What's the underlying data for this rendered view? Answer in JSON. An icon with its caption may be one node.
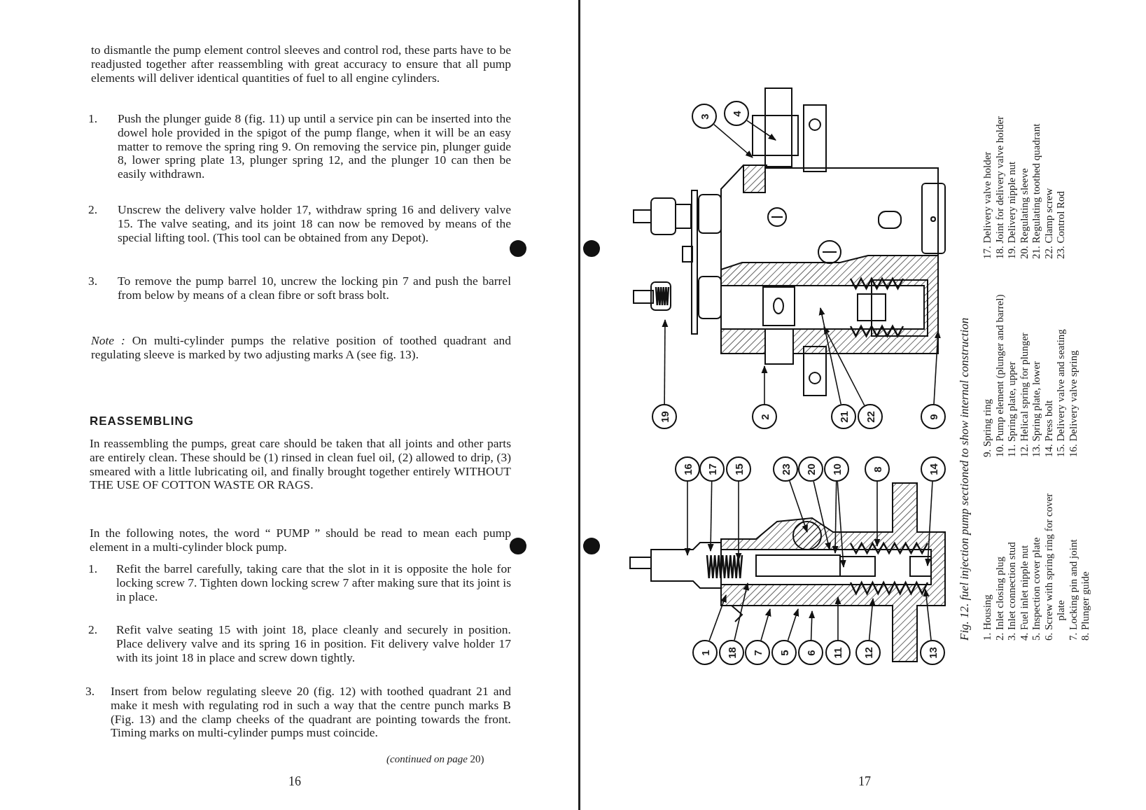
{
  "diagram": {
    "caption": "Fig. 12. fuel injection pump sectioned to show internal construction",
    "nodes": [
      {
        "text": [
          "3"
        ]
      },
      {
        "text": [
          "4"
        ]
      },
      {
        "text": [
          "19"
        ]
      },
      {
        "text": [
          "2"
        ]
      },
      {
        "text": [
          "21"
        ]
      },
      {
        "text": [
          "22"
        ]
      },
      {
        "text": [
          "9"
        ]
      },
      {
        "text": [
          "16"
        ]
      },
      {
        "text": [
          "17"
        ]
      },
      {
        "text": [
          "15"
        ]
      },
      {
        "text": [
          "23"
        ]
      },
      {
        "text": [
          "20"
        ]
      },
      {
        "text": [
          "10"
        ]
      },
      {
        "text": [
          "8"
        ]
      },
      {
        "text": [
          "14"
        ]
      },
      {
        "text": [
          "1"
        ]
      },
      {
        "text": [
          "18"
        ]
      },
      {
        "text": [
          "7"
        ]
      },
      {
        "text": [
          "5"
        ]
      },
      {
        "text": [
          "6"
        ]
      },
      {
        "text": [
          "11"
        ]
      },
      {
        "text": [
          "12"
        ]
      },
      {
        "text": [
          "13"
        ]
      }
    ],
    "edges": [
      {
        "from": 0,
        "to": null,
        "arrow": "to"
      },
      {
        "from": 1,
        "to": null,
        "arrow": "to"
      },
      {
        "from": 2,
        "to": null,
        "arrow": "to"
      },
      {
        "from": 3,
        "to": null,
        "arrow": "to"
      },
      {
        "from": 4,
        "to": null,
        "arrow": "to"
      },
      {
        "from": 5,
        "to": null,
        "arrow": "to"
      },
      {
        "from": 6,
        "to": null,
        "arrow": "to"
      },
      {
        "from": 7,
        "to": null,
        "arrow": "to"
      },
      {
        "from": 8,
        "to": null,
        "arrow": "to"
      },
      {
        "from": 9,
        "to": null,
        "arrow": "to"
      },
      {
        "from": 10,
        "to": null,
        "arrow": "to"
      },
      {
        "from": 11,
        "to": null,
        "arrow": "to"
      },
      {
        "from": 12,
        "to": null,
        "arrow": "to"
      },
      {
        "from": 13,
        "to": null,
        "arrow": "to"
      },
      {
        "from": 14,
        "to": null,
        "arrow": "to"
      },
      {
        "from": 15,
        "to": null,
        "arrow": "to"
      },
      {
        "from": 16,
        "to": null,
        "arrow": "to"
      },
      {
        "from": 17,
        "to": null,
        "arrow": "to"
      },
      {
        "from": 18,
        "to": null,
        "arrow": "to"
      },
      {
        "from": 19,
        "to": null,
        "arrow": "to"
      },
      {
        "from": 20,
        "to": null,
        "arrow": "to"
      },
      {
        "from": 21,
        "to": null,
        "arrow": "to"
      },
      {
        "from": 22,
        "to": null,
        "arrow": "to"
      },
      {
        "from": 12,
        "to": null,
        "arrow": "to"
      }
    ],
    "labels": [
      "to dismantle the pump element control sleeves and control rod, these parts have to be readjusted together after reassembling with great accuracy to ensure that all pump elements will deliver identical quantities of fuel to all engine cylinders.",
      "1.",
      "Push the plunger guide 8 (fig. 11) up until a service pin can be inserted into the dowel hole provided in the spigot of the pump flange, when it will be an easy matter to remove the spring ring 9. On removing the service pin, plunger guide 8, lower spring plate 13, plunger spring 12, and the plunger 10 can then be easily withdrawn.",
      "2.",
      "Unscrew the delivery valve holder 17, withdraw spring 16 and delivery valve 15. The valve seating, and its joint 18 can now be removed by means of the special lifting tool. (This tool can be obtained from any Depot).",
      "3.",
      "To remove the pump barrel 10, uncrew the locking pin 7 and push the barrel from below by means of a clean fibre or soft brass bolt.",
      "*Note :* On multi-cylinder pumps the relative position of toothed quadrant and regulating sleeve is marked by two adjusting marks A (see fig. 13).",
      "REASSEMBLING",
      "In reassembling the pumps, great care should be taken that all joints and other parts are entirely clean. These should be (1) rinsed in clean fuel oil, (2) allowed to drip, (3) smeared with a little lubricating oil, and finally brought together entirely WITHOUT THE USE OF COTTON WASTE OR RAGS.",
      "In the following notes, the word “ PUMP ” should be read to mean each pump element in a multi-cylinder block pump.",
      "1.",
      "Refit the barrel carefully, taking care that the slot in it is opposite the hole for locking screw 7. Tighten down locking screw 7 after making sure that its joint is in place.",
      "2.",
      "Refit valve seating 15 with joint 18, place cleanly and securely in position. Place delivery valve and its spring 16 in position. Fit delivery valve holder 17 with its joint 18 in place and screw down tightly.",
      "3.",
      "Insert from below regulating sleeve 20 (fig. 12) with toothed quadrant 21 and make it mesh with regulating rod in such a way that the centre punch marks B (Fig. 13) and the clamp cheeks of the quadrant are pointing towards the front. Timing marks on multi-cylinder pumps must coincide.",
      "*(continued on page* 20)",
      "16",
      "17",
      "1. Housing",
      "2. Inlet closing plug",
      "3. Inlet connection stud",
      "4. Fuel inlet nipple nut",
      "5. Inspection cover plate",
      "6. Screw with spring ring for cover plate",
      "7. Locking pin and joint",
      "8. Plunger guide",
      "9. Spring ring",
      "10. Pump element (plunger and barrel)",
      "11. Spring plate, upper",
      "12. Helical spring for plunger",
      "13. Spring plate, lower",
      "14. Press bolt",
      "15. Delivery valve and seating",
      "16. Delivery valve spring",
      "17. Delivery valve holder",
      "18. Joint for delivery valve holder",
      "19. Delivery nipple nut",
      "20. Regulating sleeve",
      "21. Regulating toothed quadrant",
      "22. Clamp screw",
      "23. Control Rod"
    ]
  }
}
